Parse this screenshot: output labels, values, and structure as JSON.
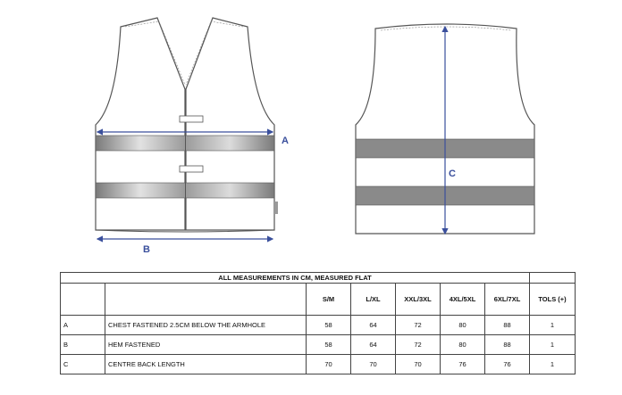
{
  "diagram": {
    "label_a": "A",
    "label_b": "B",
    "label_c": "C"
  },
  "table": {
    "title": "ALL MEASUREMENTS IN CM, MEASURED FLAT",
    "size_headers": [
      "S/M",
      "L/XL",
      "XXL/3XL",
      "4XL/5XL",
      "6XL/7XL",
      "TOLS (+)"
    ],
    "rows": [
      {
        "key": "A",
        "description": "CHEST FASTENED 2.5CM BELOW THE ARMHOLE",
        "values": [
          "58",
          "64",
          "72",
          "80",
          "88",
          "1"
        ]
      },
      {
        "key": "B",
        "description": "HEM FASTENED",
        "values": [
          "58",
          "64",
          "72",
          "80",
          "88",
          "1"
        ]
      },
      {
        "key": "C",
        "description": "CENTRE BACK LENGTH",
        "values": [
          "70",
          "70",
          "70",
          "76",
          "76",
          "1"
        ]
      }
    ]
  },
  "colors": {
    "dimension_lines": "#3a4f9c",
    "reflective_tape": "#8a8a8a",
    "outline": "#555555"
  }
}
